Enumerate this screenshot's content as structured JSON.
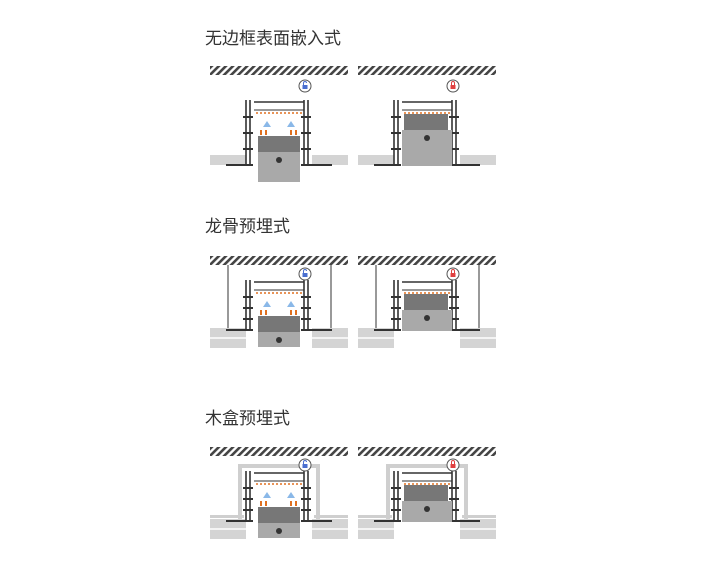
{
  "sections": [
    {
      "title": "无边框表面嵌入式",
      "mount": "surface"
    },
    {
      "title": "龙骨预埋式",
      "mount": "keel"
    },
    {
      "title": "木盒预埋式",
      "mount": "woodbox"
    }
  ],
  "variants": [
    "unlocked",
    "locked"
  ],
  "colors": {
    "ceiling": "#444444",
    "board": "#d4d4d4",
    "body": "#a9a9a9",
    "block": "#777777",
    "frame": "#333333",
    "led": "#e07020",
    "light": "#8ab8e8",
    "lock_open": "#4a6fd0",
    "lock_closed": "#e04040",
    "wood": "#cfcfcf"
  }
}
